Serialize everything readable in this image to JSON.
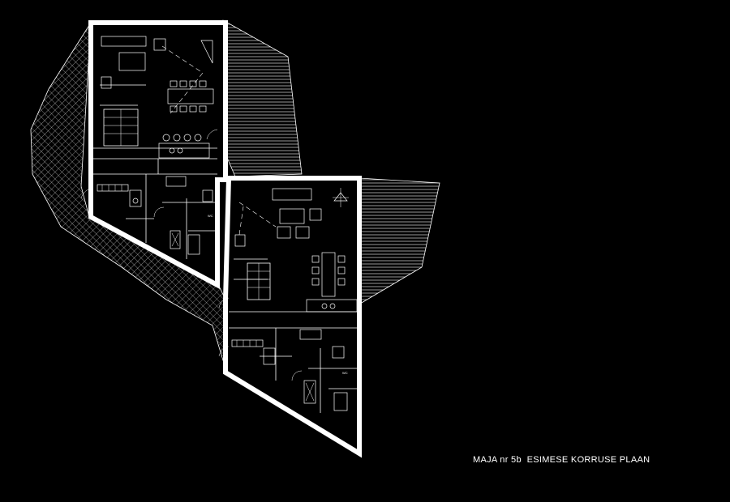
{
  "caption": "MAJA nr 5b  ESIMESE KORRUSE PLAAN",
  "room_labels": [
    "WC",
    "WC"
  ],
  "colors": {
    "background": "#000000",
    "lines": "#ffffff"
  }
}
